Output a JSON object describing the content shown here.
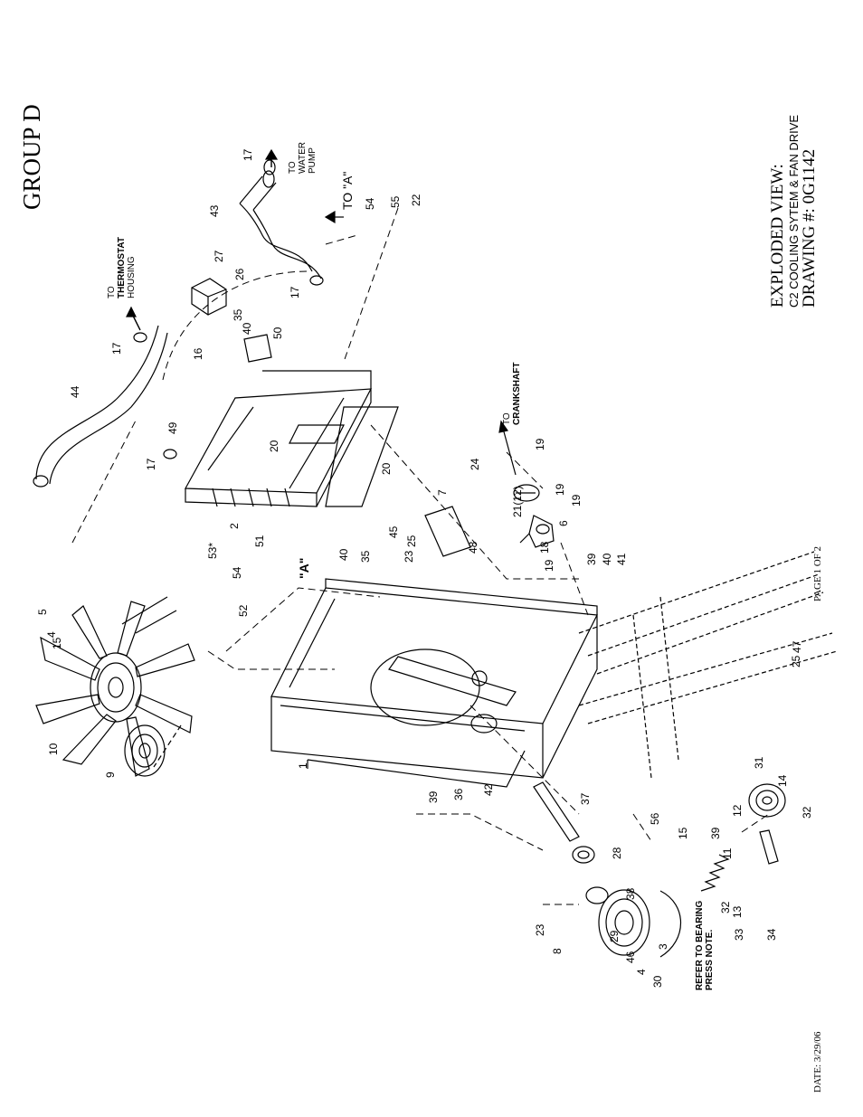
{
  "header": {
    "group": "GROUP D"
  },
  "title_block": {
    "line1": "EXPLODED VIEW:",
    "line2": "C2 COOLING SYTEM & FAN DRIVE",
    "line3": "DRAWING #: 0G1142"
  },
  "footer": {
    "page": "PAGE 1 OF 2",
    "date": "DATE: 3/29/06"
  },
  "annotations": {
    "to_thermostat": [
      "TO",
      "THERMOSTAT",
      "HOUSING"
    ],
    "to_water_pump": [
      "TO",
      "WATER",
      "PUMP"
    ],
    "to_a": "TO \"A\"",
    "to_crankshaft": [
      "TO",
      "CRANKSHAFT"
    ],
    "view_a": "\"A\"",
    "bearing_note": [
      "REFER TO BEARING",
      "PRESS NOTE."
    ]
  },
  "callouts": [
    "1",
    "2",
    "3",
    "4",
    "4",
    "5",
    "6",
    "7",
    "8",
    "9",
    "10",
    "11",
    "12",
    "13",
    "14",
    "15",
    "15",
    "16",
    "17",
    "17",
    "17",
    "17",
    "18",
    "19",
    "19",
    "19",
    "19",
    "20",
    "20",
    "21(12)",
    "22",
    "23",
    "23",
    "24",
    "25",
    "25",
    "26",
    "27",
    "28",
    "29",
    "30",
    "31",
    "32",
    "32",
    "33",
    "34",
    "35",
    "35",
    "36",
    "37",
    "38",
    "39",
    "39",
    "39",
    "40",
    "40",
    "40",
    "41",
    "42",
    "43",
    "44",
    "45",
    "46",
    "47",
    "48",
    "49",
    "50",
    "51",
    "52",
    "53*",
    "54",
    "54",
    "55",
    "56"
  ]
}
